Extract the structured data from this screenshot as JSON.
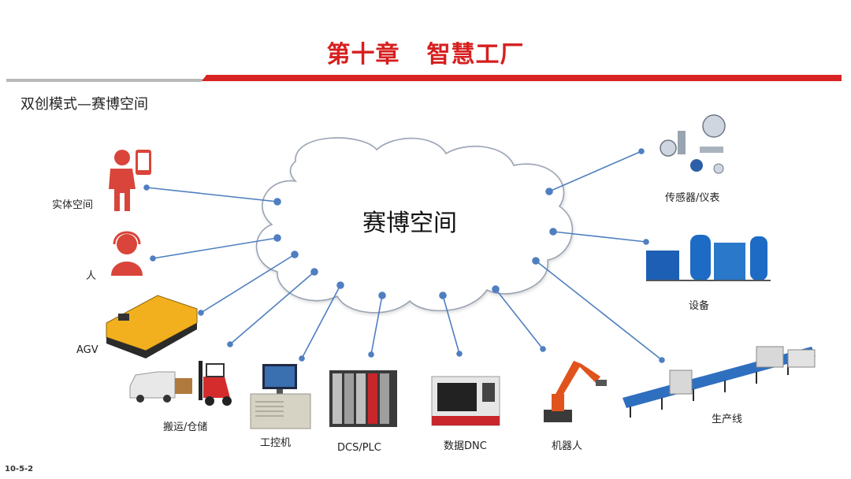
{
  "header": {
    "chapter": "第十章",
    "title": "智慧工厂",
    "accent_color": "#d61f1f"
  },
  "subtitle": "双创模式—赛博空间",
  "cloud": {
    "label": "赛博空间"
  },
  "nodes": {
    "physical_space": "实体空间",
    "person": "人",
    "agv": "AGV",
    "handling": "搬运/仓储",
    "ipc": "工控机",
    "dcs_plc": "DCS/PLC",
    "dnc": "数据DNC",
    "robot": "机器人",
    "production_line": "生产线",
    "equipment": "设备",
    "sensors": "传感器/仪表"
  },
  "footer": {
    "page_code": "10-5-2"
  },
  "colors": {
    "connector": "#4f7fc0",
    "cloud_stroke": "#9aa4b4",
    "icon_red": "#d9453a"
  }
}
